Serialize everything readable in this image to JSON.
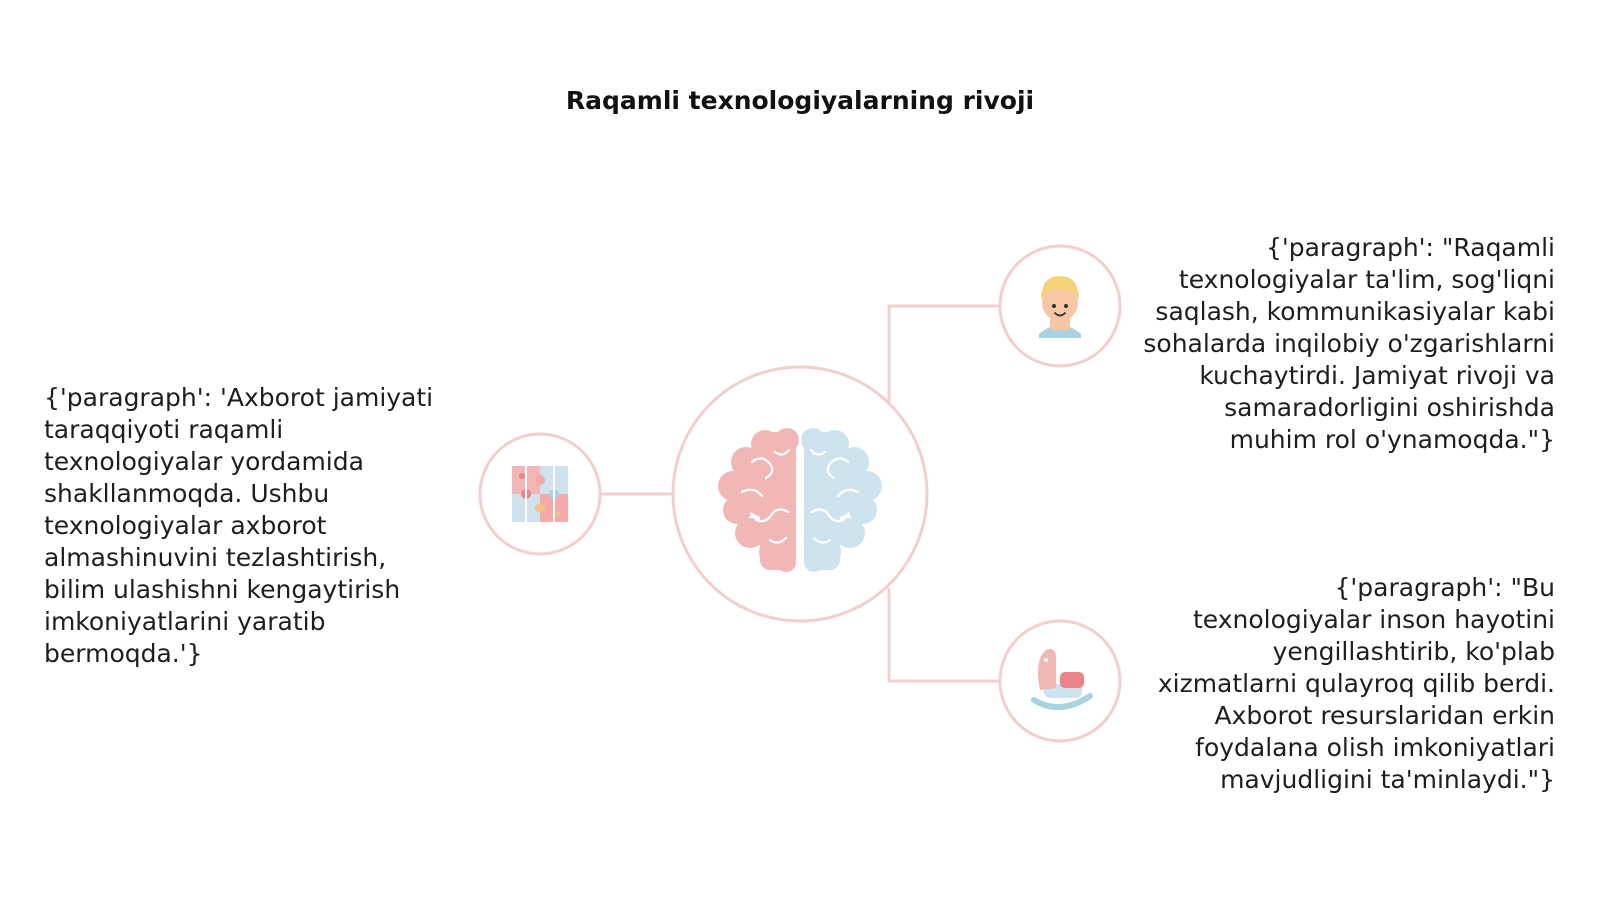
{
  "title": "Raqamli texnologiyalarning rivoji",
  "paragraphs": {
    "left": "{'paragraph': 'Axborot jamiyati taraqqiyoti raqamli texnologiyalar yordamida shakllanmoqda. Ushbu texnologiyalar axborot almashinuvini tezlashtirish, bilim ulashishni kengaytirish imkoniyatlarini yaratib bermoqda.'}",
    "right_top": "{'paragraph': \"Raqamli texnologiyalar ta'lim, sog'liqni saqlash, kommunikasiyalar kabi sohalarda inqilobiy o'zgarishlarni kuchaytirdi. Jamiyat rivoji va samaradorligini oshirishda muhim rol o'ynamoqda.\"}",
    "right_bottom": "{'paragraph': \"Bu texnologiyalar inson hayotini yengillashtirib, ko'plab xizmatlarni qulayroq qilib berdi. Axborot resurslaridan erkin foydalana olish imkoniyatlari mavjudligini ta'minlaydi.\"}"
  },
  "colors": {
    "ring": "#f2cfcf",
    "connector": "#f2cfcf",
    "brain_left": "#f1b7b7",
    "brain_right": "#cfe3ee"
  },
  "icons": {
    "center": "brain-icon",
    "left": "puzzle-icon",
    "right_top": "person-icon",
    "right_bottom": "rocking-horse-icon"
  }
}
